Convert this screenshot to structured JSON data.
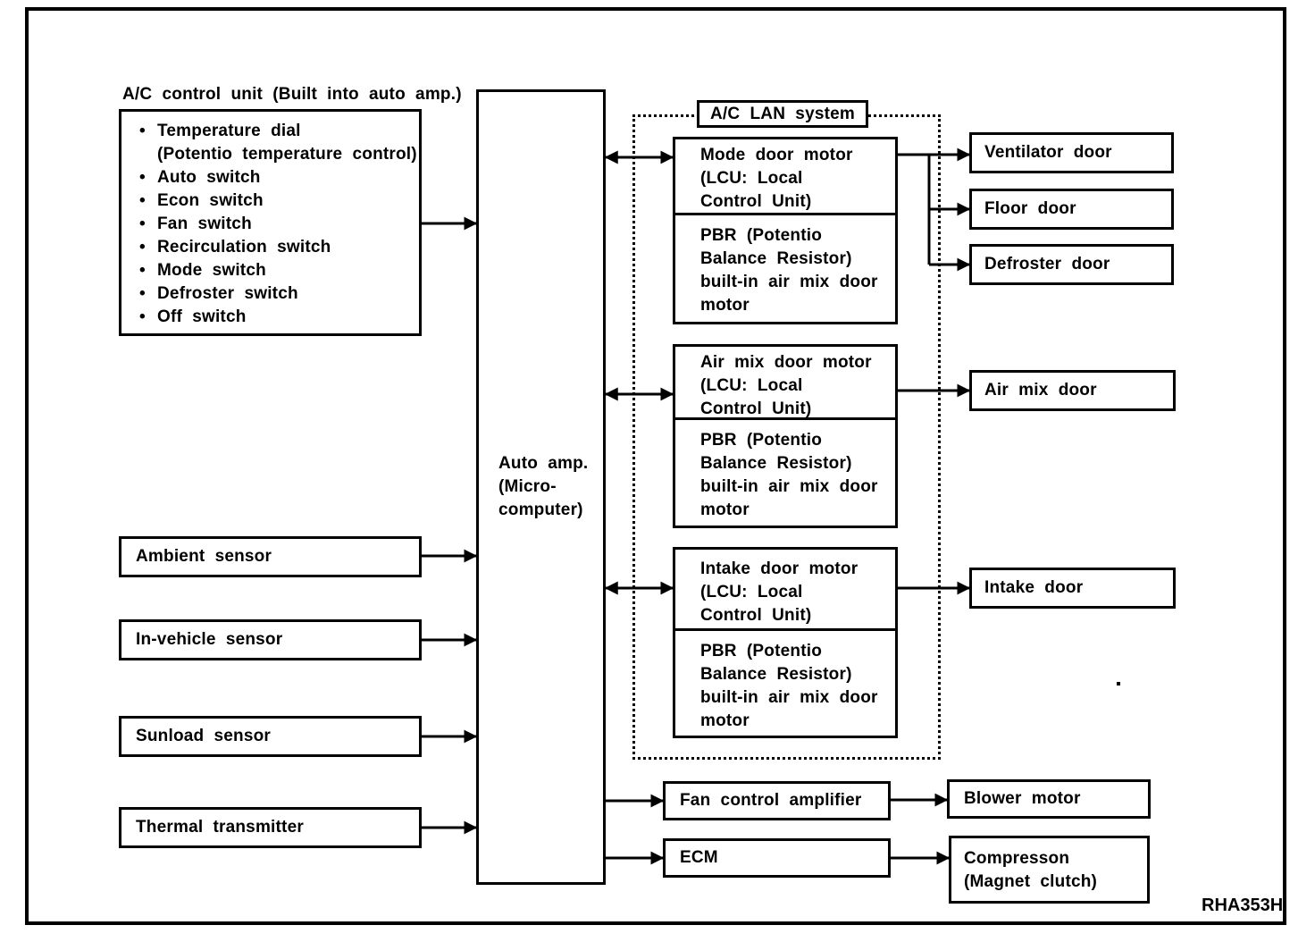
{
  "page": {
    "ref_code": "RHA353H",
    "background": "#ffffff",
    "line_color": "#000000"
  },
  "control_unit": {
    "title": "A/C control unit (Built into auto amp.)",
    "items": [
      {
        "label": "Temperature dial",
        "sub": "(Potentio temperature control)"
      },
      {
        "label": "Auto switch"
      },
      {
        "label": "Econ switch"
      },
      {
        "label": "Fan switch"
      },
      {
        "label": "Recirculation switch"
      },
      {
        "label": "Mode switch"
      },
      {
        "label": "Defroster switch"
      },
      {
        "label": "Off switch"
      }
    ]
  },
  "auto_amp": {
    "lines": [
      "Auto amp.",
      "(Micro-",
      "computer)"
    ]
  },
  "lan_system": {
    "label": "A/C LAN system",
    "motors": [
      {
        "lcu_lines": [
          "Mode door motor",
          "(LCU: Local",
          "Control Unit)"
        ],
        "pbr_lines": [
          "PBR (Potentio",
          "Balance Resistor)",
          "built-in air mix door",
          "motor"
        ]
      },
      {
        "lcu_lines": [
          "Air mix door motor",
          "(LCU: Local",
          "Control Unit)"
        ],
        "pbr_lines": [
          "PBR (Potentio",
          "Balance Resistor)",
          "built-in air mix door",
          "motor"
        ]
      },
      {
        "lcu_lines": [
          "Intake door motor",
          "(LCU: Local",
          "Control Unit)"
        ],
        "pbr_lines": [
          "PBR (Potentio",
          "Balance Resistor)",
          "built-in air mix door",
          "motor"
        ]
      }
    ]
  },
  "doors": [
    {
      "label": "Ventilator door"
    },
    {
      "label": "Floor door"
    },
    {
      "label": "Defroster door"
    },
    {
      "label": "Air mix door"
    },
    {
      "label": "Intake door"
    }
  ],
  "sensors": [
    {
      "label": "Ambient sensor"
    },
    {
      "label": "In-vehicle sensor"
    },
    {
      "label": "Sunload sensor"
    },
    {
      "label": "Thermal transmitter"
    }
  ],
  "outputs": {
    "fan_amplifier": "Fan control amplifier",
    "blower_motor": "Blower motor",
    "ecm": "ECM",
    "compressor_lines": [
      "Compresson",
      "(Magnet clutch)"
    ]
  }
}
